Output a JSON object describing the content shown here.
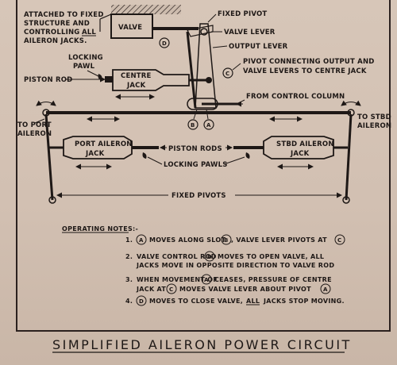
{
  "labels": {
    "attached_1": "ATTACHED TO FIXED",
    "attached_2": "STRUCTURE AND",
    "attached_3": "CONTROLLING",
    "attached_all": "ALL",
    "attached_4": "AILERON JACKS.",
    "valve": "VALVE",
    "fixed_pivot": "FIXED PIVOT",
    "valve_lever": "VALVE LEVER",
    "output_lever": "OUTPUT LEVER",
    "pivot_connecting_1": "PIVOT CONNECTING OUTPUT AND",
    "pivot_connecting_2": "VALVE LEVERS TO CENTRE JACK",
    "locking_pawl_1": "LOCKING",
    "locking_pawl_2": "PAWL",
    "piston_rod": "PISTON ROD",
    "centre_jack_1": "CENTRE",
    "centre_jack_2": "JACK",
    "from_control_column": "FROM CONTROL COLUMN",
    "to_port_1": "TO PORT",
    "to_port_2": "AILERON",
    "to_stbd_1": "TO STBD",
    "to_stbd_2": "AILERON",
    "port_jack_1": "PORT AILERON",
    "port_jack_2": "JACK",
    "stbd_jack_1": "STBD AILERON",
    "stbd_jack_2": "JACK",
    "piston_rods": "PISTON RODS",
    "locking_pawls": "LOCKING PAWLS",
    "fixed_pivots": "FIXED PIVOTS",
    "circle_a": "A",
    "circle_b": "B",
    "circle_c": "C",
    "circle_d": "D"
  },
  "notes": {
    "heading": "OPERATING NOTES:-",
    "n1_num": "1.",
    "n1_a": "MOVES ALONG SLOT",
    "n1_b": ", VALVE LEVER PIVOTS AT",
    "n2_num": "2.",
    "n2_a": "VALVE CONTROL ROD",
    "n2_b": "MOVES TO OPEN VALVE, ALL",
    "n2_c": "JACKS MOVE IN OPPOSITE DIRECTION TO VALVE ROD",
    "n3_num": "3.",
    "n3_a": "WHEN MOVEMENT OF",
    "n3_b": "CEASES, PRESSURE OF CENTRE",
    "n3_c": "JACK AT",
    "n3_d": "MOVES VALVE LEVER ABOUT PIVOT",
    "n4_num": "4.",
    "n4_a": "MOVES TO CLOSE VALVE,",
    "n4_all": "ALL",
    "n4_b": "JACKS STOP MOVING."
  },
  "title": "SIMPLIFIED AILERON POWER CIRCUIT"
}
